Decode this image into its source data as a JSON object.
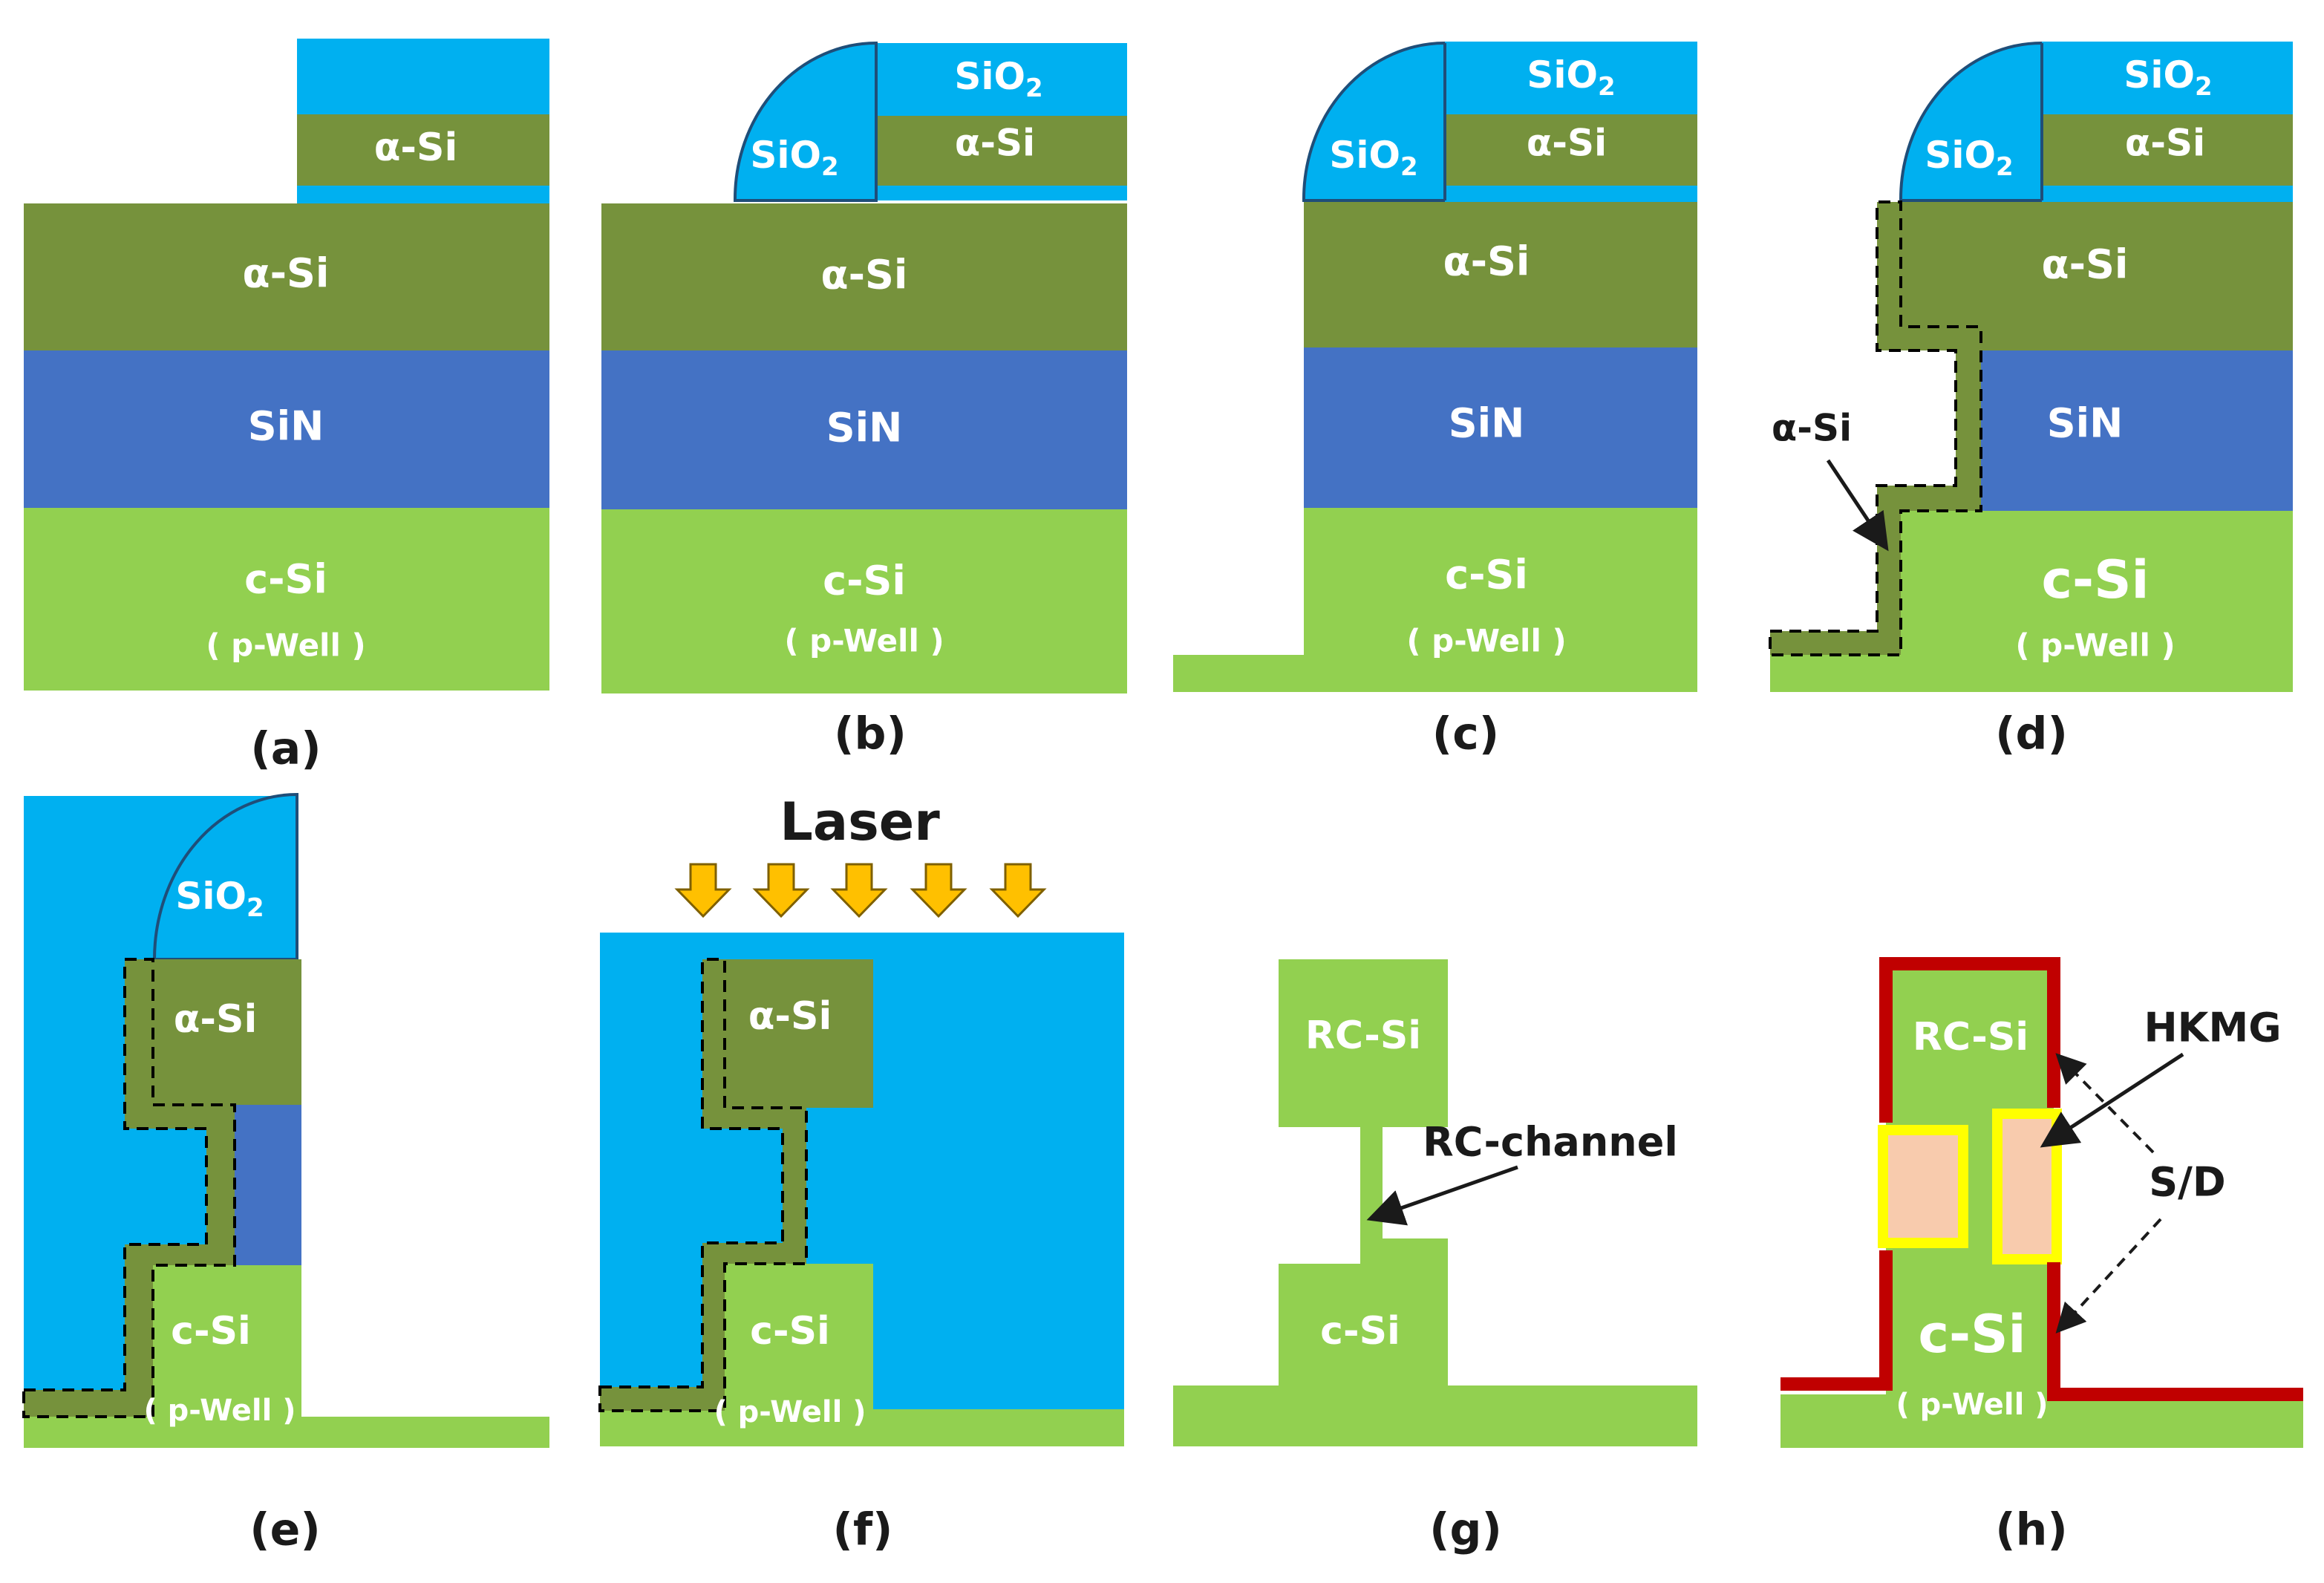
{
  "colors": {
    "sio2": "#00b0f0",
    "asi": "#76923c",
    "sin": "#4472c4",
    "csi": "#92d050",
    "hkmg_fill": "#f8cbad",
    "hkmg_edge": "#ffff00",
    "sd_line": "#c00000",
    "laser_arrow": "#ffc000"
  },
  "captions": {
    "a": "(a)",
    "b": "(b)",
    "c": "(c)",
    "d": "(d)",
    "e": "(e)",
    "f": "(f)",
    "g": "(g)",
    "h": "(h)"
  },
  "labels": {
    "sio2_base": "SiO",
    "sio2_sub": "2",
    "asi": "α-Si",
    "sin": "SiN",
    "csi": "c-Si",
    "pwell": "( p-Well )",
    "pwell_tight": "( p-Well )",
    "asi_callout": "α-Si",
    "laser": "Laser",
    "rc_si": "RC-Si",
    "rc_channel": "RC-channel",
    "hkmg": "HKMG",
    "sd": "S/D"
  },
  "icons": {
    "laser_arrow": "down-arrow-icon"
  }
}
